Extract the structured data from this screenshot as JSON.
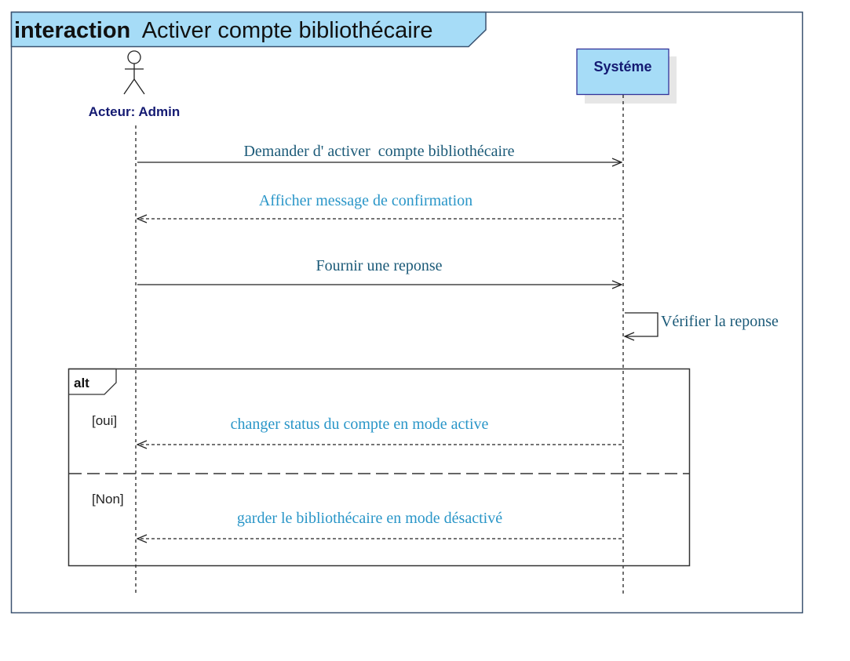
{
  "frame": {
    "keyword": "interaction",
    "title": "Activer compte bibliothécaire"
  },
  "lifelines": {
    "actor": {
      "label": "Acteur: Admin",
      "icon": "stick-figure-actor-icon"
    },
    "system": {
      "label": "Systéme"
    }
  },
  "messages": [
    {
      "label": "Demander d' activer  compte bibliothécaire",
      "type": "sync"
    },
    {
      "label": "Afficher message de confirmation",
      "type": "reply"
    },
    {
      "label": "Fournir une reponse",
      "type": "sync"
    },
    {
      "label": "Vérifier la reponse",
      "type": "self"
    }
  ],
  "alt": {
    "label": "alt",
    "guards": [
      {
        "text": "[oui]",
        "message": "changer status du compte en mode active"
      },
      {
        "text": "[Non]",
        "message": "garder le bibliothécaire en mode désactivé"
      }
    ]
  },
  "colors": {
    "frame_title_bg": "#a6dcf7",
    "system_box_bg": "#a6dcf7",
    "sync_text": "#1b5a78",
    "reply_text": "#2a96c8",
    "actor_label": "#141a72",
    "border": "#3b5270"
  }
}
